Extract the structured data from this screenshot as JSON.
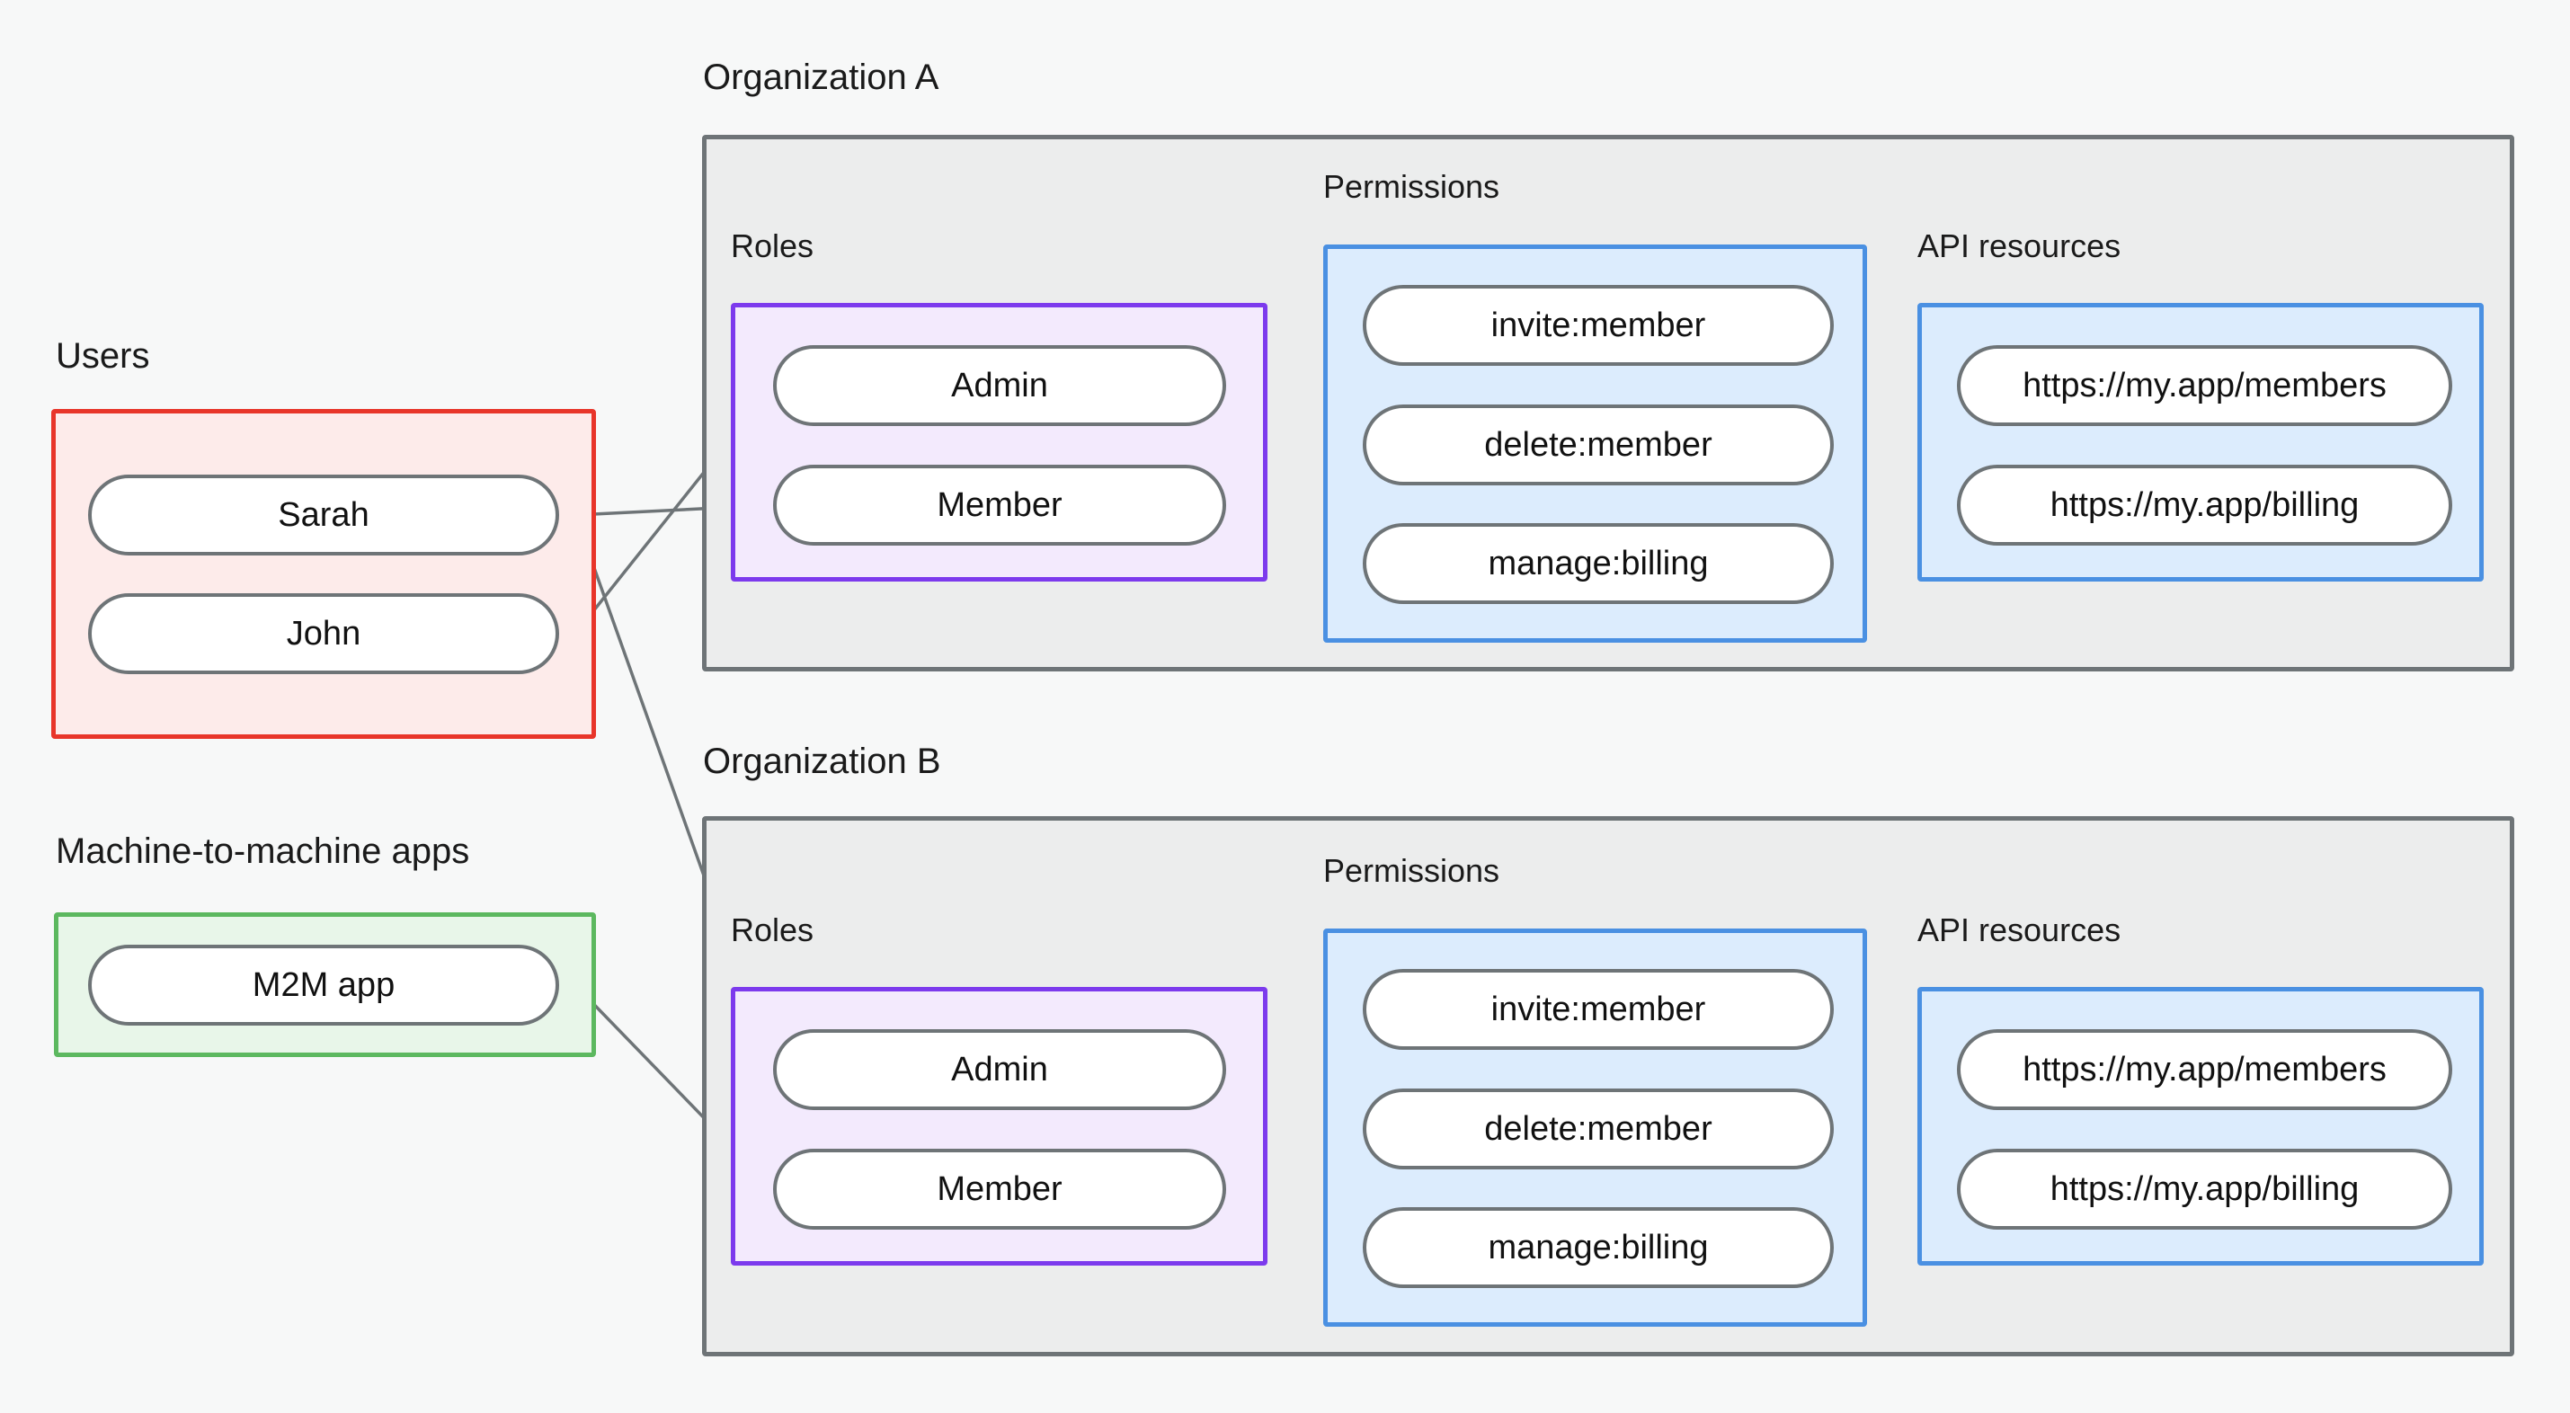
{
  "diagram": {
    "title": "Organizations, roles, permissions and API resources",
    "background_color": "#f7f8f8"
  },
  "groups": {
    "users": {
      "label": "Users",
      "border_color": "#e8352a",
      "fill_color": "#fdebea",
      "members": [
        {
          "label": "Sarah"
        },
        {
          "label": "John"
        }
      ]
    },
    "m2m": {
      "label": "Machine-to-machine apps",
      "border_color": "#5cb85f",
      "fill_color": "#e8f6e9",
      "members": [
        {
          "label": "M2M app"
        }
      ]
    }
  },
  "organizations": [
    {
      "label": "Organization A",
      "border_color": "#6e7477",
      "fill_color": "#eceded",
      "roles": {
        "label": "Roles",
        "border_color": "#7c3aed",
        "fill_color": "#f3eafd",
        "items": [
          {
            "label": "Admin"
          },
          {
            "label": "Member"
          }
        ]
      },
      "permissions": {
        "label": "Permissions",
        "border_color": "#4a90e2",
        "fill_color": "#dcecfd",
        "items": [
          {
            "label": "invite:member"
          },
          {
            "label": "delete:member"
          },
          {
            "label": "manage:billing"
          }
        ]
      },
      "api_resources": {
        "label": "API resources",
        "border_color": "#4a90e2",
        "fill_color": "#dcecfd",
        "items": [
          {
            "label": "https://my.app/members"
          },
          {
            "label": "https://my.app/billing"
          }
        ]
      }
    },
    {
      "label": "Organization B",
      "border_color": "#6e7477",
      "fill_color": "#eceded",
      "roles": {
        "label": "Roles",
        "border_color": "#7c3aed",
        "fill_color": "#f3eafd",
        "items": [
          {
            "label": "Admin"
          },
          {
            "label": "Member"
          }
        ]
      },
      "permissions": {
        "label": "Permissions",
        "border_color": "#4a90e2",
        "fill_color": "#dcecfd",
        "items": [
          {
            "label": "invite:member"
          },
          {
            "label": "delete:member"
          },
          {
            "label": "manage:billing"
          }
        ]
      },
      "api_resources": {
        "label": "API resources",
        "border_color": "#4a90e2",
        "fill_color": "#dcecfd",
        "items": [
          {
            "label": "https://my.app/members"
          },
          {
            "label": "https://my.app/billing"
          }
        ]
      }
    }
  ],
  "connections": [
    {
      "from": "Sarah",
      "to": "Organization A / Member"
    },
    {
      "from": "Sarah",
      "to": "Organization B / Admin"
    },
    {
      "from": "John",
      "to": "Organization A / Admin"
    },
    {
      "from": "M2M app",
      "to": "Organization B / Member"
    },
    {
      "from": "Organization A / Admin",
      "to": "Organization A / invite:member"
    },
    {
      "from": "Organization A / Admin",
      "to": "Organization A / delete:member"
    },
    {
      "from": "Organization A / Member",
      "to": "Organization A / manage:billing"
    },
    {
      "from": "Organization A / invite:member",
      "to": "Organization A / https://my.app/members"
    },
    {
      "from": "Organization A / delete:member",
      "to": "Organization A / https://my.app/members"
    },
    {
      "from": "Organization A / manage:billing",
      "to": "Organization A / https://my.app/billing"
    },
    {
      "from": "Organization B / Admin",
      "to": "Organization B / invite:member"
    },
    {
      "from": "Organization B / Admin",
      "to": "Organization B / delete:member"
    },
    {
      "from": "Organization B / Member",
      "to": "Organization B / manage:billing"
    },
    {
      "from": "Organization B / invite:member",
      "to": "Organization B / https://my.app/members"
    },
    {
      "from": "Organization B / delete:member",
      "to": "Organization B / https://my.app/members"
    },
    {
      "from": "Organization B / manage:billing",
      "to": "Organization B / https://my.app/billing"
    }
  ]
}
